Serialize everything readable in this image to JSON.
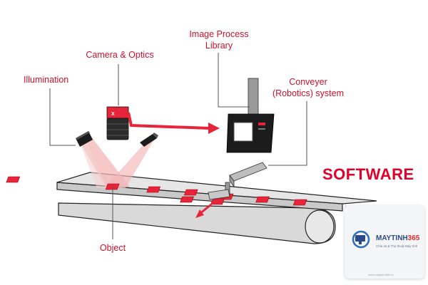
{
  "labels": {
    "illumination": "Illumination",
    "camera": "Camera & Optics",
    "image_process_line1": "Image Process",
    "image_process_line2": "Library",
    "conveyer_line1": "Conveyer",
    "conveyer_line2": "(Robotics) system",
    "object": "Object"
  },
  "headline": "SOFTWARE",
  "watermark": {
    "brand": "MAYTINH",
    "brand_num": "365",
    "tagline": "Chia sẻ & Thủ thuật Máy tính",
    "url": "www.maytinh365.vn"
  },
  "colors": {
    "accent": "#d0102a",
    "belt": "#d8d8d8",
    "device": "#1c1c1c",
    "screen": "#ffffff",
    "beam": "#f3b6b6"
  }
}
